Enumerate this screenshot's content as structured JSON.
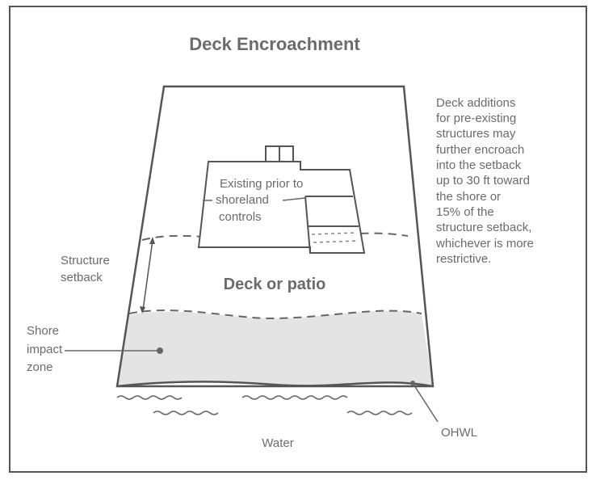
{
  "title": "Deck Encroachment",
  "house_label": [
    "Existing prior to",
    "shoreland",
    "controls"
  ],
  "deck_label": "Deck or patio",
  "setback_label": [
    "Structure",
    "setback"
  ],
  "shore_label": [
    "Shore",
    "impact",
    "zone"
  ],
  "ohwl_label": "OHWL",
  "water_label": "Water",
  "note_lines": [
    "Deck additions",
    "for pre-existing",
    "structures may",
    "further encroach",
    "into the setback",
    "up to 30 ft toward",
    "the shore or",
    "15% of the",
    "structure setback,",
    "whichever is more",
    "restrictive."
  ],
  "colors": {
    "line": "#555555",
    "shore_fill": "#e4e4e4",
    "text": "#6b6b6b"
  }
}
